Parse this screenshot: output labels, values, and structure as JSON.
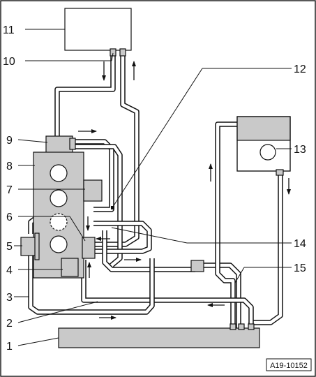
{
  "diagram": {
    "callouts": [
      {
        "id": "1",
        "label": "1"
      },
      {
        "id": "2",
        "label": "2"
      },
      {
        "id": "3",
        "label": "3"
      },
      {
        "id": "4",
        "label": "4"
      },
      {
        "id": "5",
        "label": "5"
      },
      {
        "id": "6",
        "label": "6"
      },
      {
        "id": "7",
        "label": "7"
      },
      {
        "id": "8",
        "label": "8"
      },
      {
        "id": "9",
        "label": "9"
      },
      {
        "id": "10",
        "label": "10"
      },
      {
        "id": "11",
        "label": "11"
      },
      {
        "id": "12",
        "label": "12"
      },
      {
        "id": "13",
        "label": "13"
      },
      {
        "id": "14",
        "label": "14"
      },
      {
        "id": "15",
        "label": "15"
      }
    ],
    "figure_id": "A19-10152"
  }
}
